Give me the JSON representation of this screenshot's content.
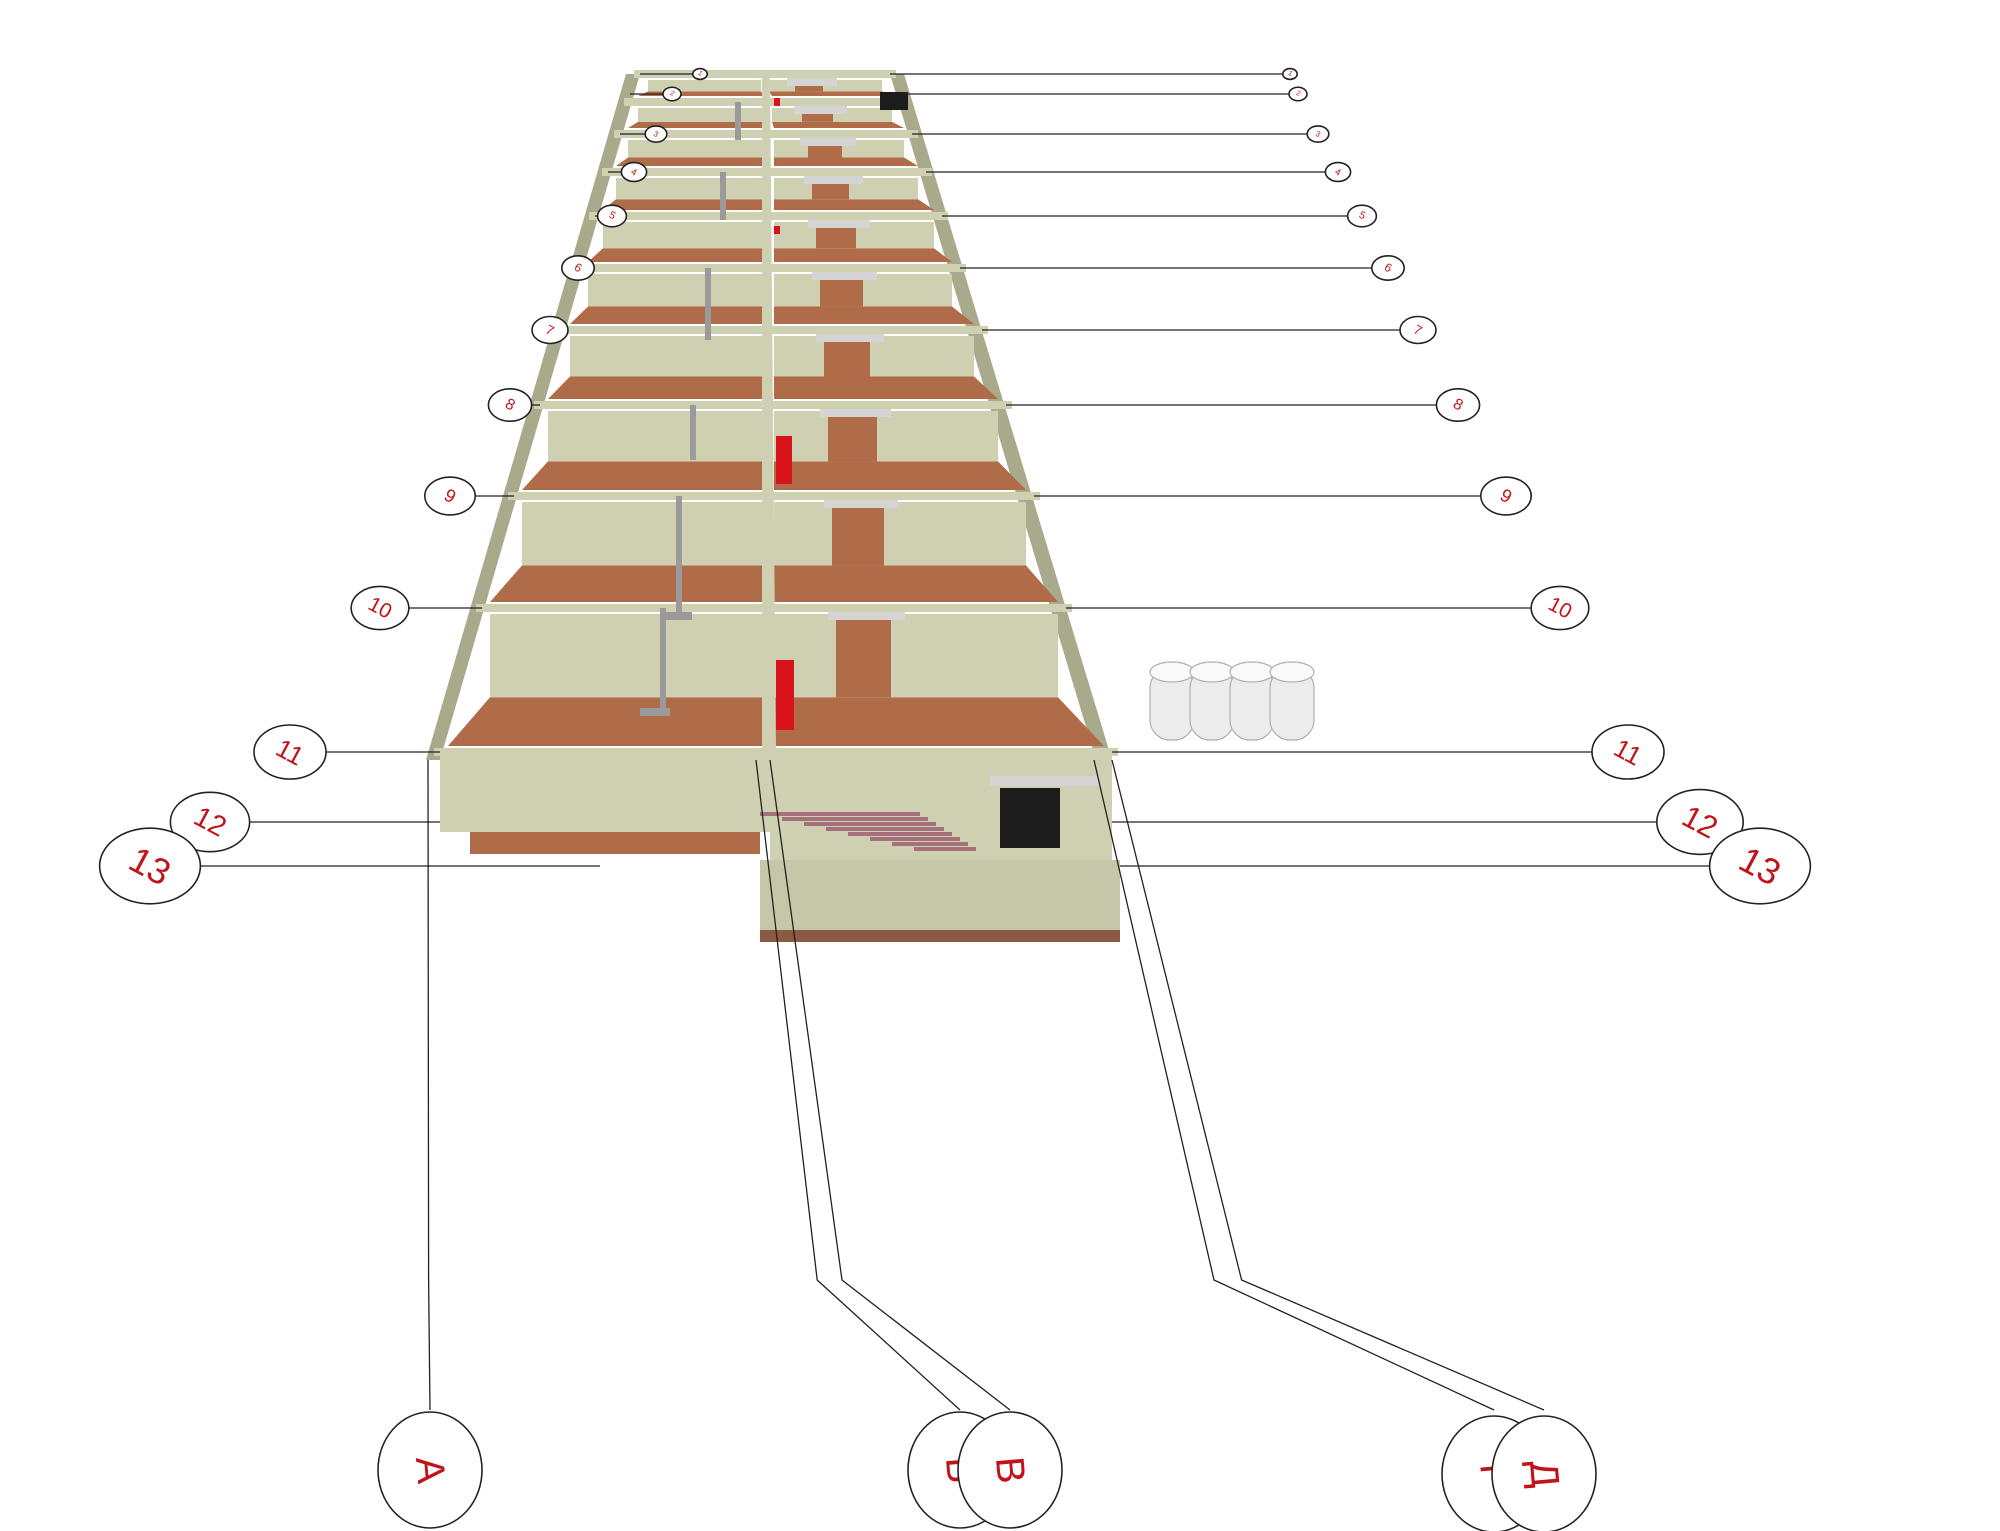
{
  "colors": {
    "wall": "#cfcfb2",
    "wall_dark": "#a9a98c",
    "floor": "#b06c48",
    "pipe": "#9a9a9a",
    "heater": "#d8141a",
    "tank": "#ececec",
    "axis_text": "#c0141a",
    "leader": "#222222"
  },
  "row_axes": {
    "left": [
      "1",
      "2",
      "3",
      "4",
      "5",
      "6",
      "7",
      "8",
      "9",
      "10",
      "11",
      "12",
      "13"
    ],
    "right": [
      "1",
      "2",
      "3",
      "4",
      "5",
      "6",
      "7",
      "8",
      "9",
      "10",
      "11",
      "12",
      "13"
    ]
  },
  "column_axes": [
    {
      "id": "col-a",
      "label": "А"
    },
    {
      "id": "col-b",
      "label": "Б"
    },
    {
      "id": "col-v",
      "label": "В"
    },
    {
      "id": "col-g",
      "label": "Г"
    },
    {
      "id": "col-d",
      "label": "Д"
    }
  ],
  "tanks": {
    "count": 4
  }
}
